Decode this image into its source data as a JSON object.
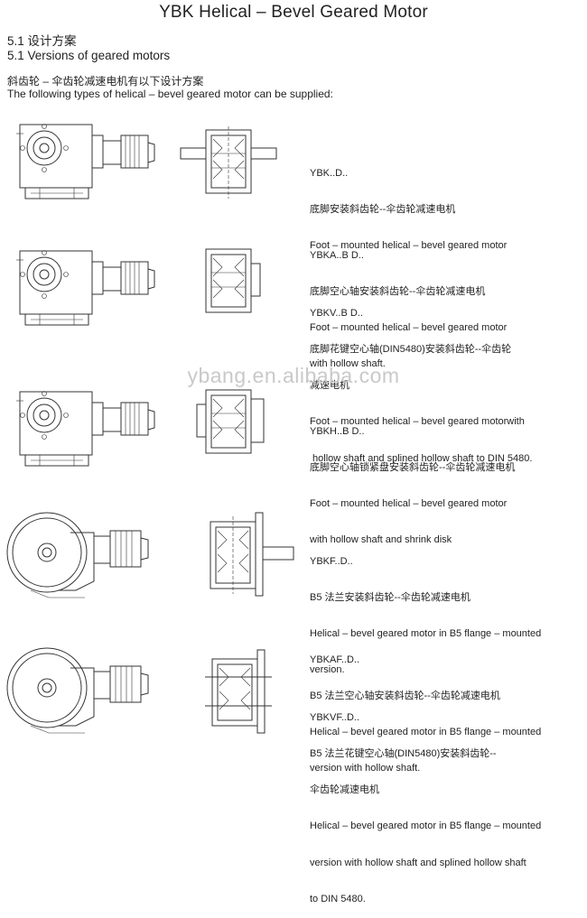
{
  "title": "YBK Helical – Bevel Geared Motor",
  "section": {
    "heading_cn": "5.1 设计方案",
    "heading_en": "5.1 Versions of geared motors",
    "intro_cn": "斜齿轮 – 伞齿轮减速电机有以下设计方案",
    "intro_en": "The following types of helical – bevel geared motor can be supplied:"
  },
  "models": [
    {
      "code": "YBK..D..",
      "cn": "底脚安装斜齿轮--伞齿轮减速电机",
      "en": "Foot – mounted helical – bevel geared motor"
    },
    {
      "code": "YBKA..B D..",
      "cn": "底脚空心轴安装斜齿轮--伞齿轮减速电机",
      "en": "Foot – mounted helical – bevel geared motor",
      "en2": "with hollow shaft."
    },
    {
      "code": "YBKV..B D..",
      "cn": "底脚花键空心轴(DIN5480)安装斜齿轮--伞齿轮",
      "cn2": "减速电机",
      "en": "Foot – mounted helical – bevel geared motorwith",
      "en2": " hollow shaft and splined hollow shaft to DIN 5480."
    },
    {
      "code": "YBKH..B D..",
      "cn": "底脚空心轴锁紧盘安装斜齿轮--伞齿轮减速电机",
      "en": "Foot – mounted helical – bevel geared motor",
      "en2": "with hollow shaft and shrink disk"
    },
    {
      "code": "YBKF..D..",
      "cn": "B5 法兰安装斜齿轮--伞齿轮减速电机",
      "en": "Helical – bevel geared motor in B5 flange – mounted",
      "en2": "version."
    },
    {
      "code": "YBKAF..D..",
      "cn": "B5 法兰空心轴安装斜齿轮--伞齿轮减速电机",
      "en": "Helical – bevel geared motor in B5 flange – mounted",
      "en2": "version with hollow shaft."
    },
    {
      "code": "YBKVF..D..",
      "cn": "B5 法兰花键空心轴(DIN5480)安装斜齿轮--",
      "cn2": "伞齿轮减速电机",
      "en": "Helical – bevel geared motor in B5 flange – mounted",
      "en2": "version with hollow shaft and splined hollow shaft",
      "en3": "to DIN 5480."
    }
  ],
  "watermark": "ybang.en.alibaba.com",
  "figures": [
    {
      "kind": "foot",
      "name": "ybk-front-view"
    },
    {
      "kind": "foot",
      "name": "ybka-front-view"
    },
    {
      "kind": "foot",
      "name": "ybkh-front-view"
    },
    {
      "kind": "flange",
      "name": "ybkf-front-view"
    },
    {
      "kind": "flange",
      "name": "ybkaf-front-view"
    }
  ]
}
